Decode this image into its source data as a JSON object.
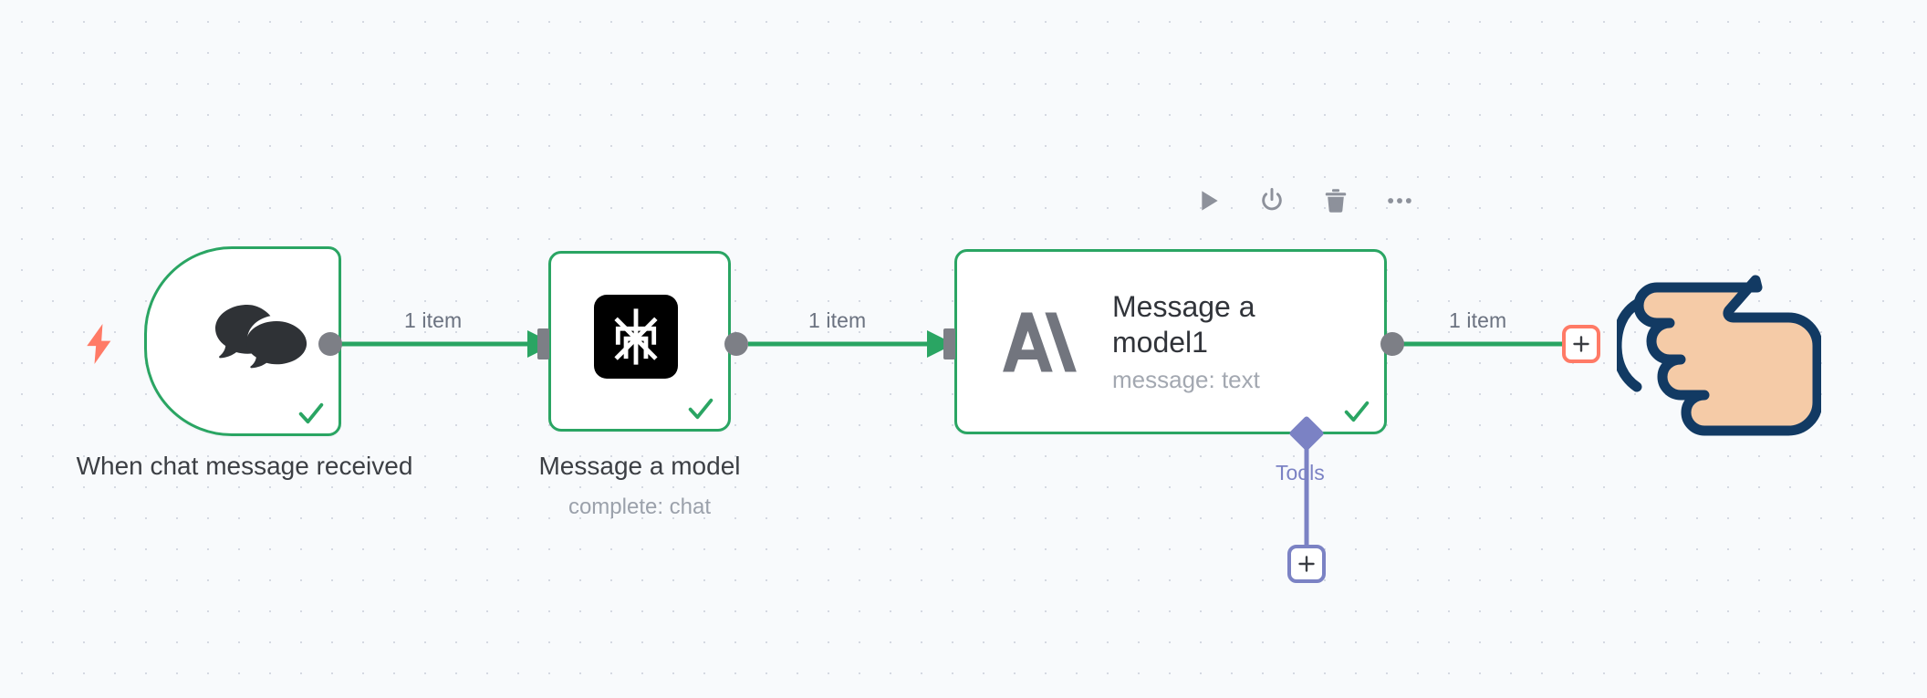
{
  "canvas": {
    "background_color": "#f8fafc",
    "grid_dot_color": "#d5d9e2",
    "accent_success": "#2aa563",
    "accent_tools": "#7b82c4",
    "accent_trigger": "#ff7a66"
  },
  "toolbar": {
    "execute_label": "Execute step",
    "deactivate_label": "Deactivate",
    "delete_label": "Delete",
    "more_label": "More options",
    "icons": [
      "play-icon",
      "power-icon",
      "trash-icon",
      "ellipsis-icon"
    ]
  },
  "nodes": [
    {
      "id": "trigger",
      "title": "When chat message received",
      "subtitle": "",
      "icon": "chat-bubbles-icon",
      "shape": "trigger",
      "status": "success",
      "has_trigger_bolt": true
    },
    {
      "id": "model",
      "title": "Message a model",
      "subtitle": "complete: chat",
      "icon": "mistral-icon",
      "shape": "square",
      "status": "success",
      "has_trigger_bolt": false
    },
    {
      "id": "model1",
      "title": "Message a model1",
      "subtitle": "message: text",
      "icon": "anthropic-icon",
      "shape": "wide",
      "status": "success",
      "has_trigger_bolt": false
    }
  ],
  "connections": [
    {
      "id": "c1",
      "label": "1 item",
      "from": "trigger",
      "to": "model"
    },
    {
      "id": "c2",
      "label": "1 item",
      "from": "model",
      "to": "model1"
    },
    {
      "id": "c3",
      "label": "1 item",
      "from": "model1",
      "to": "add-node"
    }
  ],
  "tools_connector": {
    "label": "Tools",
    "add_label": "+"
  },
  "add_buttons": {
    "main_plus": "+",
    "tools_plus": "+"
  },
  "cursor": {
    "type": "pointing-hand-left",
    "skin_color": "#f5cba7",
    "outline_color": "#123a63"
  }
}
